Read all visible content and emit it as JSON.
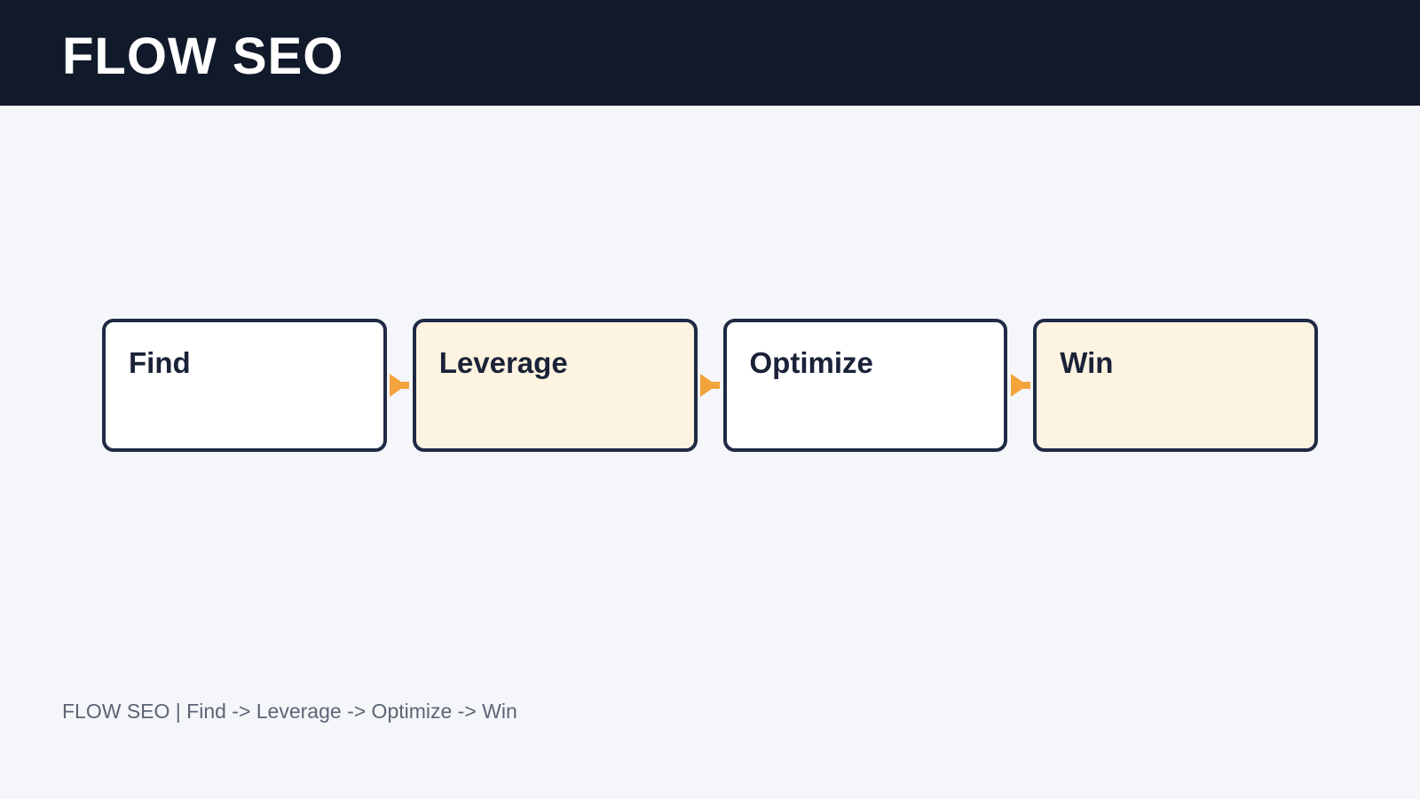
{
  "header": {
    "title": "FLOW SEO"
  },
  "flow": {
    "nodes": [
      {
        "label": "Find",
        "fill": "#FFFFFF"
      },
      {
        "label": "Leverage",
        "fill": "#FCF3E0"
      },
      {
        "label": "Optimize",
        "fill": "#FFFFFF"
      },
      {
        "label": "Win",
        "fill": "#FCF3E0"
      }
    ],
    "arrow_icon": "right-arrowhead",
    "sequence": "Find -> Leverage -> Optimize -> Win"
  },
  "footer": {
    "caption": "FLOW SEO | Find -> Leverage -> Optimize -> Win"
  },
  "colors": {
    "background": "#F5F6FA",
    "header_bg": "#111A2B",
    "header_text": "#FFFFFF",
    "node_border": "#1F2A44",
    "node_text": "#1A2238",
    "node_fill_plain": "#FFFFFF",
    "node_fill_accent": "#FCF3E0",
    "arrow": "#F3A33B",
    "footer_text": "#5B6574"
  }
}
